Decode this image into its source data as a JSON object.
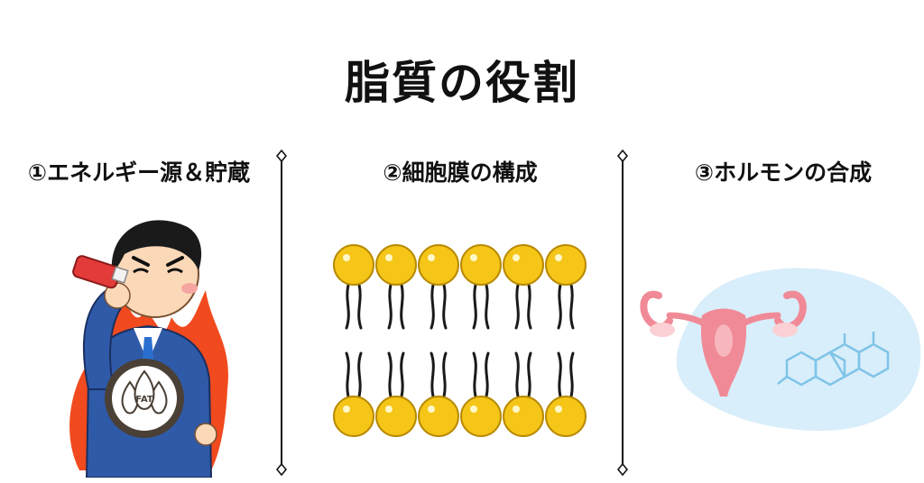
{
  "title": "脂質の役割",
  "sections": [
    {
      "label": "①エネルギー源＆貯蔵"
    },
    {
      "label": "②細胞膜の構成"
    },
    {
      "label": "③ホルモンの合成"
    }
  ],
  "fat_badge": "FAT",
  "colors": {
    "lipid_head": "#f5c518",
    "lipid_outline": "#b88a00",
    "lipid_tail": "#1a1a1a",
    "uterus": "#f08a96",
    "steroid": "#7fc4e8",
    "blob": "#d8eefa",
    "flame": "#f04a1e",
    "suit": "#2f5aa8"
  }
}
